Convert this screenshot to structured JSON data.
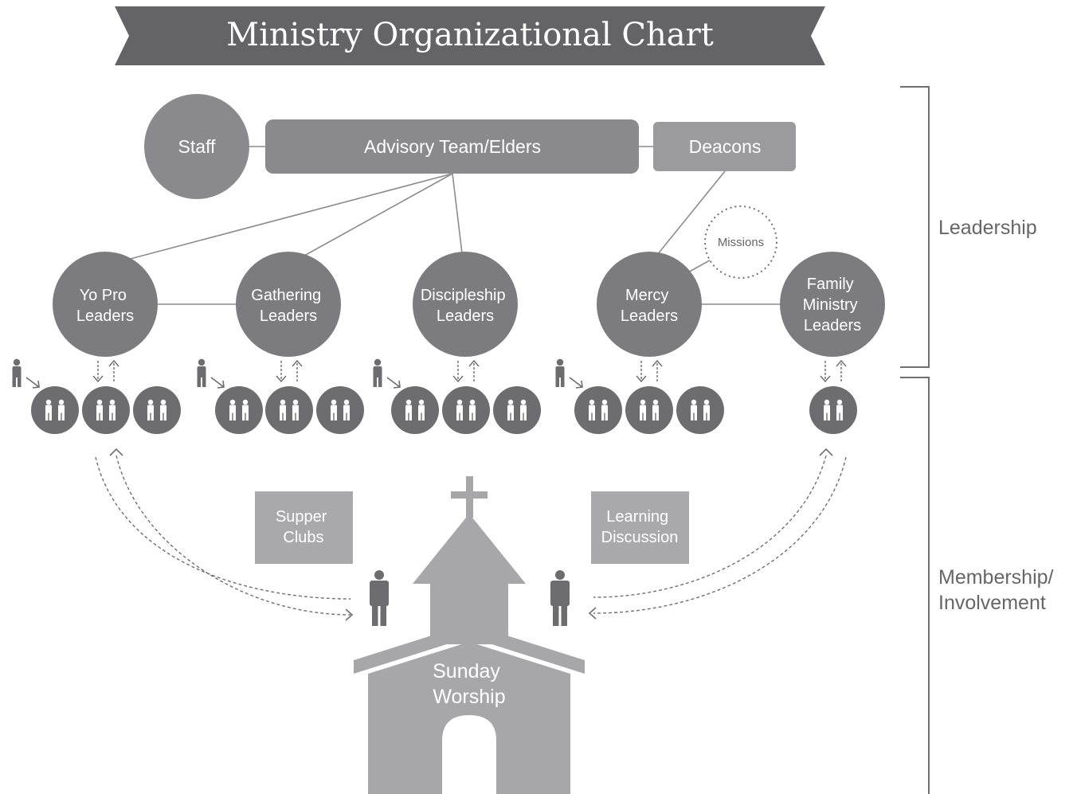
{
  "title": "Ministry Organizational Chart",
  "colors": {
    "banner": "#646466",
    "node": "#8a8a8c",
    "node_light": "#9b9b9d",
    "group_circle": "#6d6d6f",
    "box_light": "#a9a9ab",
    "church": "#a7a7a9",
    "person": "#6d6d6f",
    "line": "#8c8c8e",
    "text_dark": "#666666",
    "text_light": "#ffffff"
  },
  "leadership_top": {
    "staff": "Staff",
    "advisory": "Advisory Team/Elders",
    "deacons": "Deacons"
  },
  "leader_nodes": {
    "yopro": [
      "Yo Pro",
      "Leaders"
    ],
    "gathering": [
      "Gathering",
      "Leaders"
    ],
    "discipleship": [
      "Discipleship",
      "Leaders"
    ],
    "mercy": [
      "Mercy",
      "Leaders"
    ],
    "family": [
      "Family",
      "Ministry",
      "Leaders"
    ]
  },
  "missions": "Missions",
  "activities": {
    "supper": [
      "Supper",
      "Clubs"
    ],
    "learning": [
      "Learning",
      "Discussion"
    ]
  },
  "church_label": [
    "Sunday",
    "Worship"
  ],
  "sections": {
    "leadership": "Leadership",
    "membership": [
      "Membership/",
      "Involvement"
    ]
  }
}
